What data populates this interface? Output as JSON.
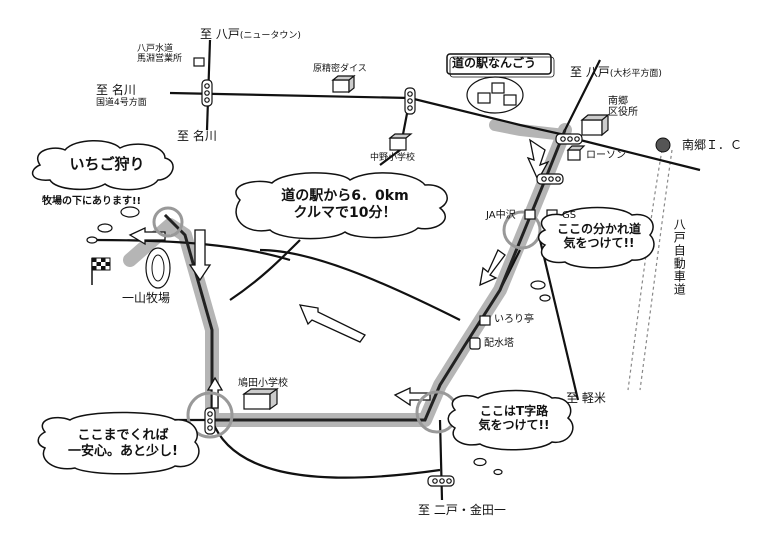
{
  "destinations": {
    "hachinohe_newtown": "至 八戸",
    "hachinohe_newtown_sub": "(ニュータウン)",
    "nakawa_west": "至 名川",
    "nakawa_west_sub": "国道4号方面",
    "nakawa_south": "至 名川",
    "hachinohe_osugi": "至 八戸",
    "hachinohe_osugi_sub": "(大杉平方面)",
    "karumai": "至 軽米",
    "ninohe": "至 二戸・金田一"
  },
  "places": {
    "water_office": "八戸水道\n馬淵営業所",
    "genseimitsu": "原精密ダイス",
    "michinoeki": "道の駅なんごう",
    "nango_office": "南郷\n区役所",
    "nango_ic": "南郷Ｉ．Ｃ",
    "nakano_school": "中野小学校",
    "lawson": "ローソン",
    "ja": "JA中沢",
    "gs": "GS",
    "irori": "いろり亭",
    "water_tower": "配水塔",
    "hatoda_school": "鳩田小学校",
    "ranch": "一山牧場",
    "expressway": "八戸自動車道"
  },
  "callouts": {
    "strawberry": "いちご狩り",
    "strawberry_note": "牧場の下にあります!!",
    "distance_line1": "道の駅から6．0km",
    "distance_line2": "クルマで10分！",
    "fork_line1": "ここの分かれ道",
    "fork_line2": "気をつけて!!",
    "tjunc_line1": "ここはT字路",
    "tjunc_line2": "気をつけて!!",
    "relief_line1": "ここまでくれば",
    "relief_line2": "一安心。あと少し!"
  }
}
